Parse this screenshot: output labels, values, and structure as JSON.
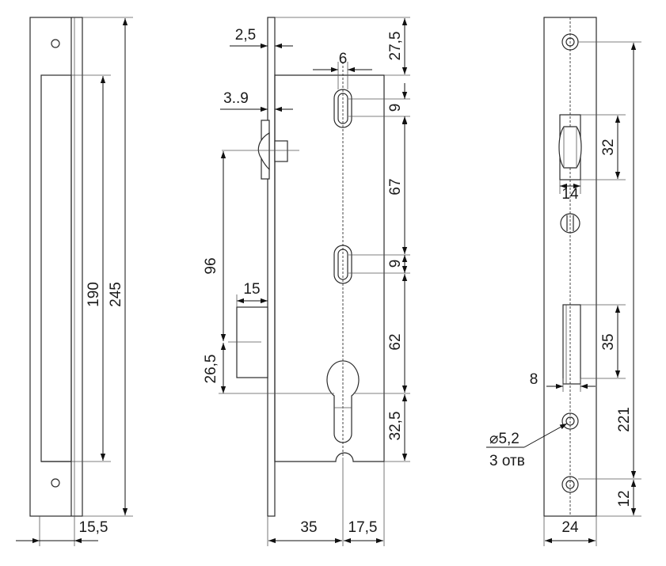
{
  "dimensions": {
    "face_width": "15,5",
    "inner_length": "190",
    "total_length": "245",
    "plate_thickness": "2,5",
    "top_offset": "27,5",
    "slot_width": "6",
    "adjust_range": "3..9",
    "slot_height_1": "9",
    "slot_spacing": "67",
    "slot_height_2": "9",
    "latch_to_box": "96",
    "box_width": "15",
    "box_offset": "26,5",
    "cyl_to_slot": "62",
    "cyl_to_bottom": "32,5",
    "backset": "35",
    "cyl_half": "17,5",
    "latch_window": "32",
    "latch_window_width": "14",
    "bolt_window": "35",
    "bolt_offset": "8",
    "hole_spacing": "221",
    "bottom_hole": "12",
    "plate_width": "24",
    "hole_diameter": "⌀5,2",
    "hole_count": "3 отв"
  }
}
